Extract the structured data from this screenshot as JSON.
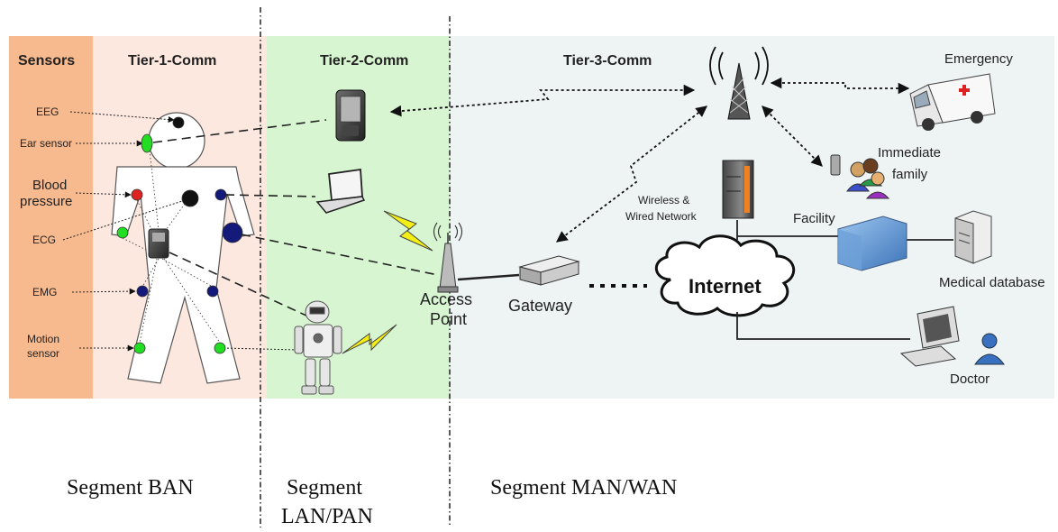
{
  "headers": {
    "sensors": "Sensors",
    "tier1": "Tier-1-Comm",
    "tier2": "Tier-2-Comm",
    "tier3": "Tier-3-Comm"
  },
  "sensors": {
    "eeg": "EEG",
    "ear": "Ear sensor",
    "blood_1": "Blood",
    "blood_2": "pressure",
    "ecg": "ECG",
    "emg": "EMG",
    "motion_1": "Motion",
    "motion_2": "sensor"
  },
  "network": {
    "access_point_1": "Access",
    "access_point_2": "Point",
    "gateway": "Gateway",
    "internet": "Internet",
    "wireless_1": "Wireless &",
    "wireless_2": "Wired Network",
    "facility": "Facility",
    "emergency": "Emergency",
    "family_1": "Immediate",
    "family_2": "family",
    "medical_db": "Medical database",
    "doctor": "Doctor"
  },
  "segments": {
    "ban": "Segment BAN",
    "lan_1": "Segment",
    "lan_2": "LAN/PAN",
    "wan": "Segment MAN/WAN"
  },
  "colors": {
    "sensors_bg": "#f7b98e",
    "tier1_bg": "#fde8df",
    "tier2_bg": "#d7f5d0",
    "tier3_bg": "#eef4f4",
    "sensor_green": "#22dd22",
    "sensor_red": "#dd2222",
    "sensor_navy": "#141a7a",
    "bolt_yellow": "#f2ee16"
  }
}
